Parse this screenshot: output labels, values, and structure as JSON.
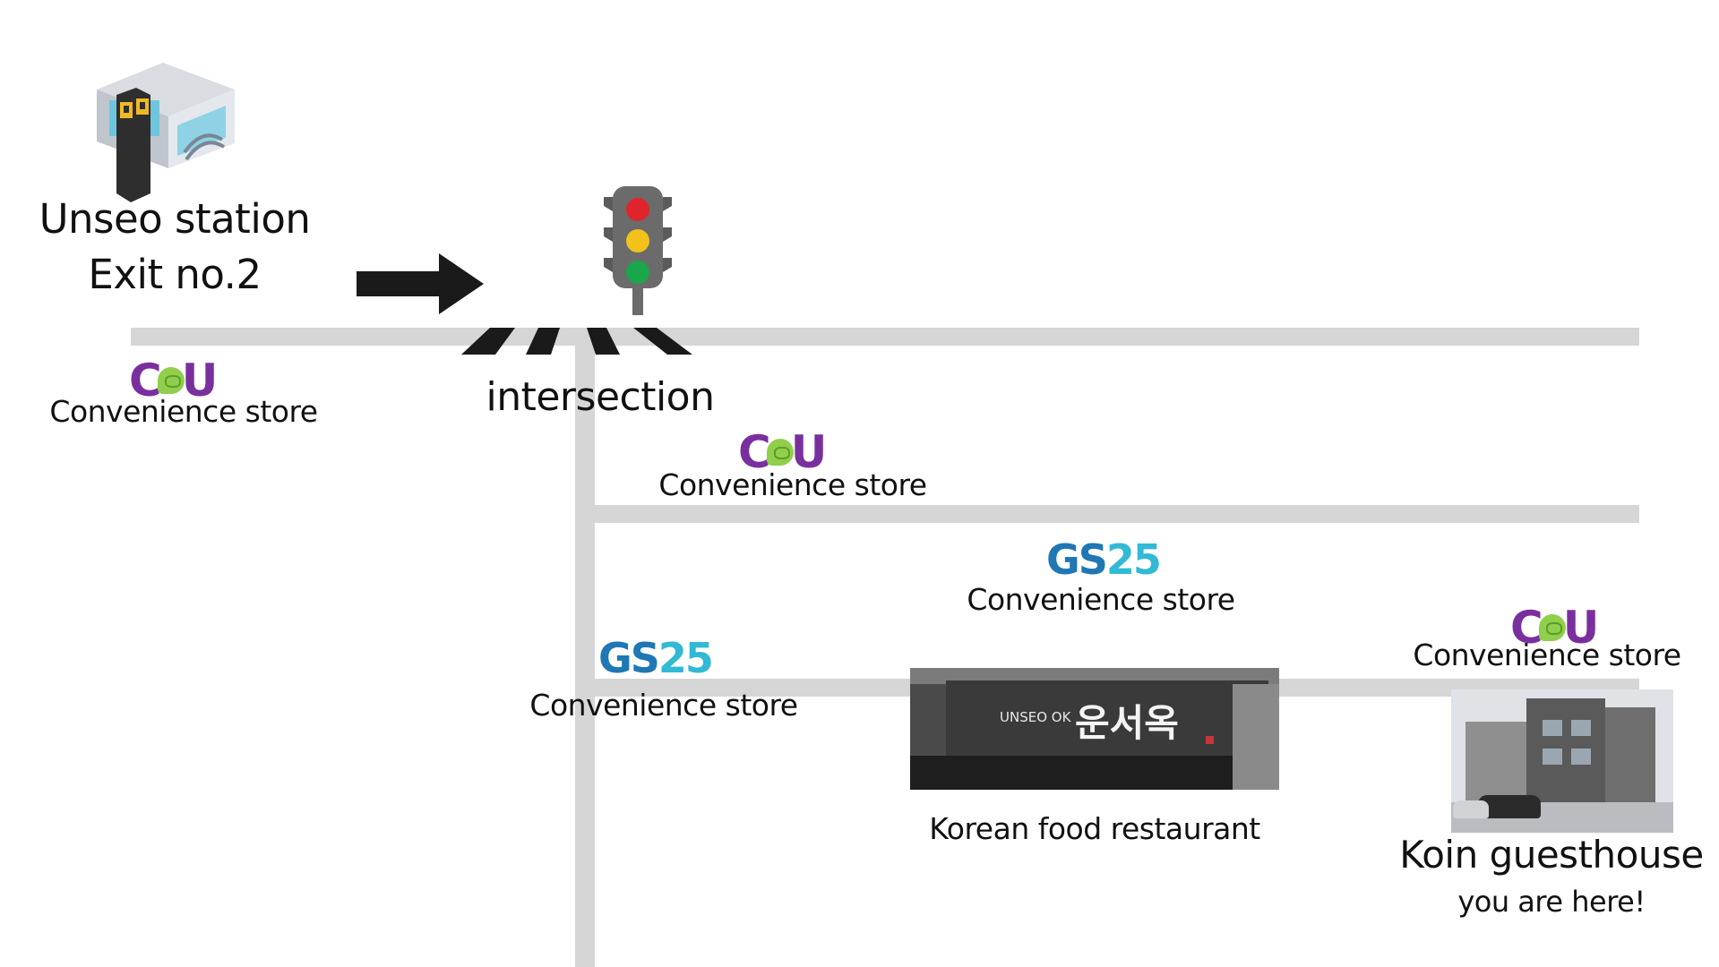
{
  "station": {
    "line1": "Unseo station",
    "line2": "Exit no.2",
    "icon": "subway-station-icon"
  },
  "intersection": {
    "label": "intersection",
    "icon": "traffic-light-icon"
  },
  "stores": [
    {
      "brand": "CU",
      "label": "Convenience store"
    },
    {
      "brand": "CU",
      "label": "Convenience store"
    },
    {
      "brand": "GS25",
      "label": "Convenience store"
    },
    {
      "brand": "GS25",
      "label": "Convenience store"
    },
    {
      "brand": "CU",
      "label": "Convenience store"
    }
  ],
  "logos": {
    "cu_c": "C",
    "cu_u": "U",
    "gs_gs": "GS",
    "gs_25": "25"
  },
  "restaurant": {
    "label": "Korean food restaurant",
    "sign_en": "UNSEO OK",
    "sign_ko": "운서옥"
  },
  "guesthouse": {
    "name": "Koin guesthouse",
    "note": "you are here!"
  },
  "colors": {
    "road": "#d6d6d6",
    "cu_purple": "#7a2f9e",
    "cu_green": "#8fcf4b",
    "gs_blue": "#1f77b4",
    "gs_cyan": "#31b9d6",
    "arrow": "#1a1a1a"
  }
}
